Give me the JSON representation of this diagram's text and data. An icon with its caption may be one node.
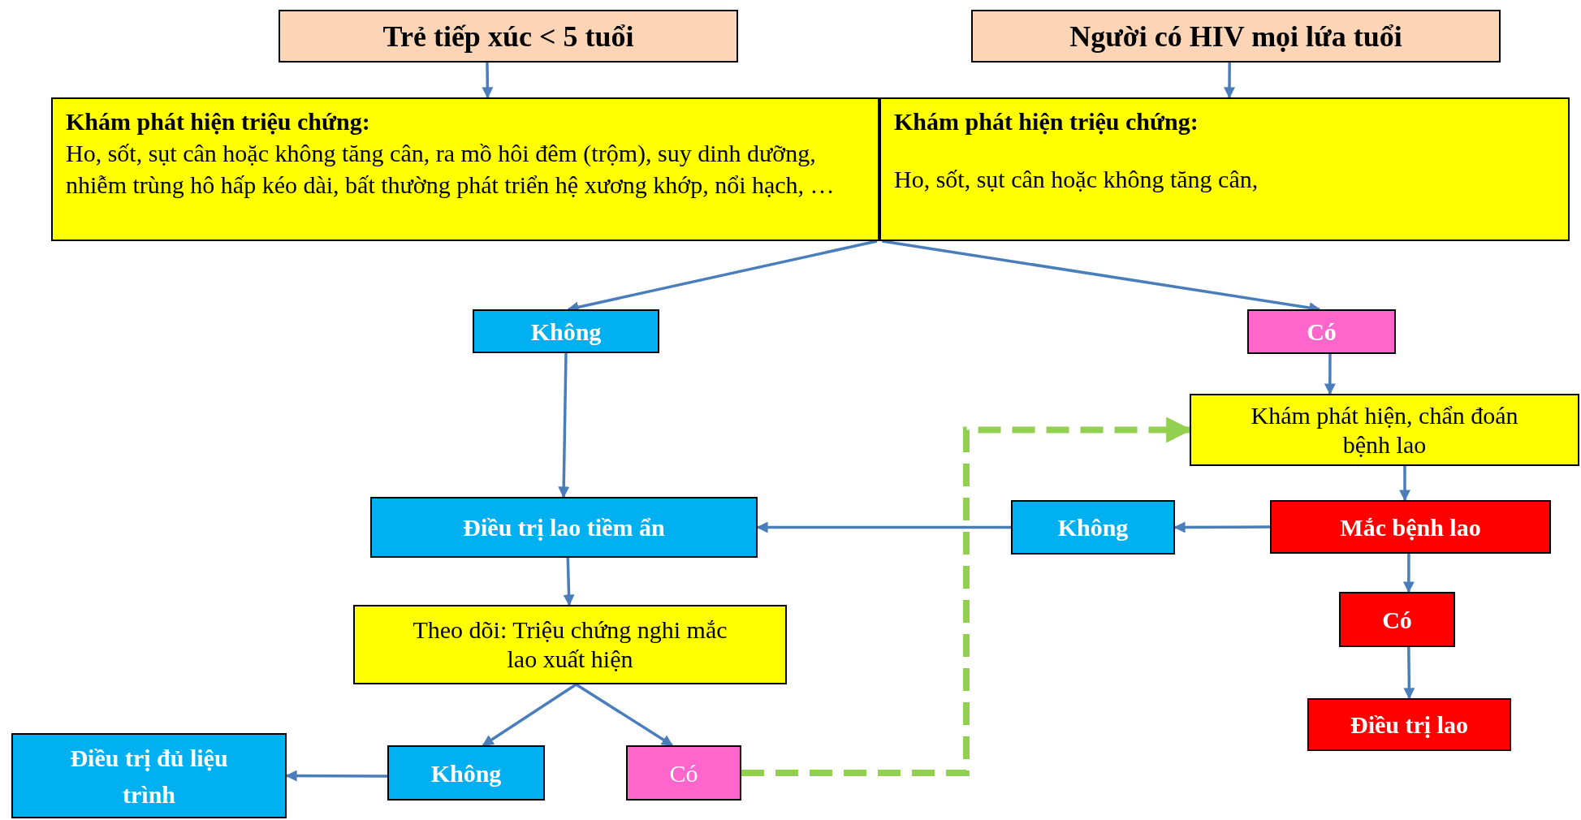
{
  "diagram": {
    "nodes": [
      {
        "text": [
          "Trẻ tiếp xúc < 5 tuổi"
        ]
      },
      {
        "text": [
          "Người có HIV mọi lứa tuổi"
        ]
      },
      {
        "text": [
          "Khám phát hiện triệu chứng:",
          "Ho, sốt, sụt cân hoặc không tăng cân, ra mồ hôi đêm (trộm), suy dinh dưỡng, nhiễm trùng hô hấp kéo dài, bất thường phát triển hệ xương khớp, nổi hạch, …"
        ]
      },
      {
        "text": [
          "Khám phát hiện triệu chứng:",
          "Ho, sốt, sụt cân hoặc không tăng cân,"
        ]
      },
      {
        "text": [
          "Không"
        ]
      },
      {
        "text": [
          "Có"
        ]
      },
      {
        "text": [
          "Khám phát hiện, chẩn đoán bệnh lao"
        ]
      },
      {
        "text": [
          "Điều trị lao tiềm ẩn"
        ]
      },
      {
        "text": [
          "Không"
        ]
      },
      {
        "text": [
          "Mắc bệnh lao"
        ]
      },
      {
        "text": [
          "Theo dõi: Triệu chứng nghi mắc lao xuất hiện"
        ]
      },
      {
        "text": [
          "Có"
        ]
      },
      {
        "text": [
          "Điều trị lao"
        ]
      },
      {
        "text": [
          "Điều trị đủ liệu trình"
        ]
      },
      {
        "text": [
          "Không"
        ]
      },
      {
        "text": [
          "Có"
        ]
      }
    ],
    "edges": [
      {
        "from": 0,
        "to": 2,
        "arrow": "to"
      },
      {
        "from": 1,
        "to": 3,
        "arrow": "to"
      },
      {
        "from": 2,
        "to": 4,
        "arrow": "to"
      },
      {
        "from": 3,
        "to": 5,
        "arrow": "to"
      },
      {
        "from": 4,
        "to": 7,
        "arrow": "to"
      },
      {
        "from": 5,
        "to": 6,
        "arrow": "to"
      },
      {
        "from": 6,
        "to": 9,
        "arrow": "to"
      },
      {
        "from": 9,
        "to": 8,
        "arrow": "to"
      },
      {
        "from": 8,
        "to": 7,
        "arrow": "to"
      },
      {
        "from": 7,
        "to": 10,
        "arrow": "to"
      },
      {
        "from": 10,
        "to": 14,
        "arrow": "to"
      },
      {
        "from": 10,
        "to": 15,
        "arrow": "to"
      },
      {
        "from": 14,
        "to": 13,
        "arrow": "to"
      },
      {
        "from": 9,
        "to": 11,
        "arrow": "to"
      },
      {
        "from": 11,
        "to": 12,
        "arrow": "to"
      },
      {
        "from": 15,
        "to": 6,
        "arrow": "to",
        "style": "dashed",
        "color": "#92d050"
      }
    ]
  }
}
